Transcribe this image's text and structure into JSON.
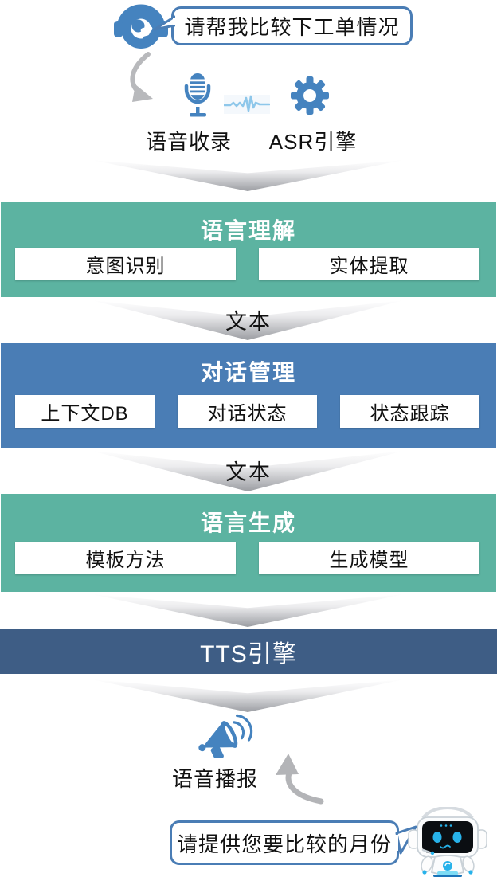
{
  "colors": {
    "teal": "#5cb3a1",
    "blue": "#4a7db5",
    "dark_blue": "#3e5d85",
    "icon_blue": "#4583bf",
    "arrow_gray": "#b3b4b7"
  },
  "top": {
    "user_bubble_text": "请帮我比较下工单情况",
    "voice_capture_label": "语音收录",
    "asr_label": "ASR引擎"
  },
  "blocks": {
    "nlu": {
      "title": "语言理解",
      "items": [
        "意图识别",
        "实体提取"
      ]
    },
    "dm": {
      "title": "对话管理",
      "items": [
        "上下文DB",
        "对话状态",
        "状态跟踪"
      ]
    },
    "nlg": {
      "title": "语言生成",
      "items": [
        "模板方法",
        "生成模型"
      ]
    },
    "tts_title": "TTS引擎"
  },
  "connectors": {
    "text_label_nlu_dm": "文本",
    "text_label_dm_nlg": "文本"
  },
  "bottom": {
    "broadcast_label": "语音播报",
    "bot_bubble_text": "请提供您要比较的月份"
  }
}
